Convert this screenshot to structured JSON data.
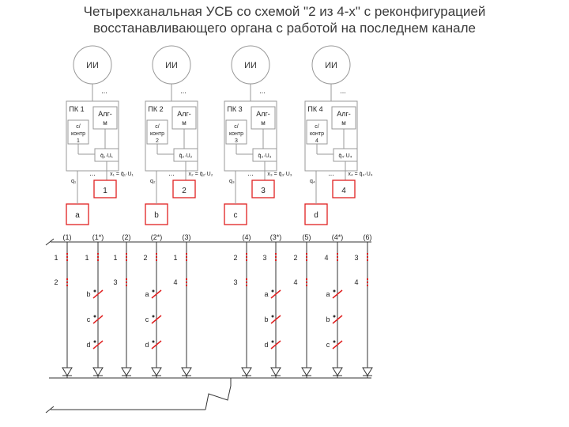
{
  "title": {
    "line1": "Четырехканальная УСБ со схемой \"2 из 4-х\" с реконфигурацией",
    "line2": "восстанавливающего органа с работой на последнем канале"
  },
  "channels": [
    {
      "ii": "ИИ",
      "pk": "ПК 1",
      "alg": "Алг-",
      "m": "м",
      "sk": "с/ контр 1",
      "qu": "q̄₁·U₁",
      "q": "q₁",
      "x": "x₁ = q̄₁·U₁",
      "num": "1",
      "out": "a"
    },
    {
      "ii": "ИИ",
      "pk": "ПК 2",
      "alg": "Алг-",
      "m": "м",
      "sk": "с/ контр 2",
      "qu": "q̄₂·U₂",
      "q": "q₂",
      "x": "x₂ = q̄₂·U₂",
      "num": "2",
      "out": "b"
    },
    {
      "ii": "ИИ",
      "pk": "ПК 3",
      "alg": "Алг-",
      "m": "м",
      "sk": "с/ контр 3",
      "qu": "q̄₃·U₃",
      "q": "q₃",
      "x": "x₃ = q̄₃·U₃",
      "num": "3",
      "out": "c"
    },
    {
      "ii": "ИИ",
      "pk": "ПК 4",
      "alg": "Алг-",
      "m": "м",
      "sk": "с/ контр 4",
      "qu": "q̄₄·U₄",
      "q": "q₄",
      "x": "x₄ = q̄₄·U₄",
      "num": "4",
      "out": "d"
    }
  ],
  "dots": "...",
  "branches": [
    "(1)",
    "(1*)",
    "(2)",
    "(2*)",
    "(3)",
    "(4)",
    "(3*)",
    "(5)",
    "(4*)",
    "(6)"
  ],
  "contacts_top": [
    "1",
    "1",
    "1",
    "2",
    "1",
    "2",
    "3",
    "2",
    "4",
    "3"
  ],
  "contacts_row2": [
    "2",
    "3",
    "4",
    "3",
    "4",
    "4"
  ],
  "series_labels": [
    "b",
    "c",
    "d",
    "a",
    "c",
    "d",
    "a",
    "b",
    "d",
    "a",
    "b",
    "c"
  ],
  "colors": {
    "accent": "#e02020",
    "line": "#333333",
    "box": "#999999"
  }
}
